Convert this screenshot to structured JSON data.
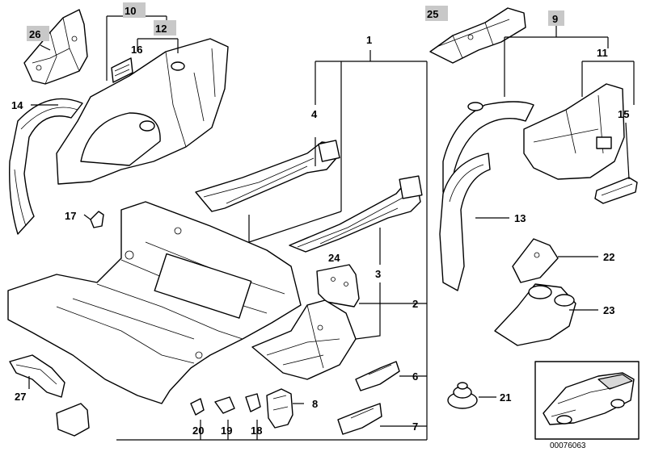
{
  "callouts": {
    "c1": "1",
    "c2": "2",
    "c3": "3",
    "c4": "4",
    "c6": "6",
    "c7": "7",
    "c8": "8",
    "c9": "9",
    "c10": "10",
    "c11": "11",
    "c12": "12",
    "c13": "13",
    "c14": "14",
    "c15": "15",
    "c16": "16",
    "c17": "17",
    "c18": "18",
    "c19": "19",
    "c20": "20",
    "c21": "21",
    "c22": "22",
    "c23": "23",
    "c24": "24",
    "c25": "25",
    "c26": "26",
    "c27": "27"
  },
  "highlighted_callouts": [
    "10",
    "12",
    "25",
    "26",
    "9"
  ],
  "diagram_code": "00076063",
  "colors": {
    "highlight": "#c8c8c8",
    "line": "#000000",
    "background": "#ffffff"
  }
}
